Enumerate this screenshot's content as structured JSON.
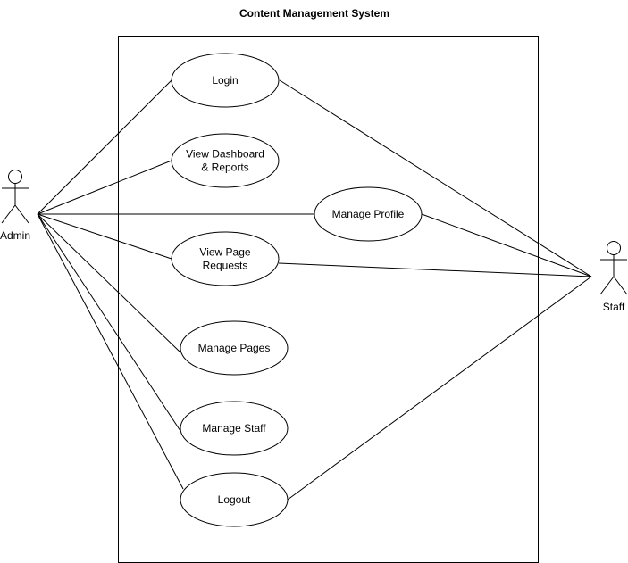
{
  "title": "Content Management System",
  "actors": [
    {
      "id": "admin",
      "name": "Admin"
    },
    {
      "id": "staff",
      "name": "Staff"
    }
  ],
  "use_cases": [
    {
      "id": "login",
      "lines": [
        "Login"
      ]
    },
    {
      "id": "view-dashboard",
      "lines": [
        "View Dashboard",
        "& Reports"
      ]
    },
    {
      "id": "manage-profile",
      "lines": [
        "Manage Profile"
      ]
    },
    {
      "id": "view-page-requests",
      "lines": [
        "View Page",
        "Requests"
      ]
    },
    {
      "id": "manage-pages",
      "lines": [
        "Manage Pages"
      ]
    },
    {
      "id": "manage-staff",
      "lines": [
        "Manage Staff"
      ]
    },
    {
      "id": "logout",
      "lines": [
        "Logout"
      ]
    }
  ],
  "associations": [
    {
      "actor": "admin",
      "use_case": "login"
    },
    {
      "actor": "admin",
      "use_case": "view-dashboard"
    },
    {
      "actor": "admin",
      "use_case": "manage-profile"
    },
    {
      "actor": "admin",
      "use_case": "view-page-requests"
    },
    {
      "actor": "admin",
      "use_case": "manage-pages"
    },
    {
      "actor": "admin",
      "use_case": "manage-staff"
    },
    {
      "actor": "admin",
      "use_case": "logout"
    },
    {
      "actor": "staff",
      "use_case": "login"
    },
    {
      "actor": "staff",
      "use_case": "manage-profile"
    },
    {
      "actor": "staff",
      "use_case": "view-page-requests"
    },
    {
      "actor": "staff",
      "use_case": "logout"
    }
  ]
}
